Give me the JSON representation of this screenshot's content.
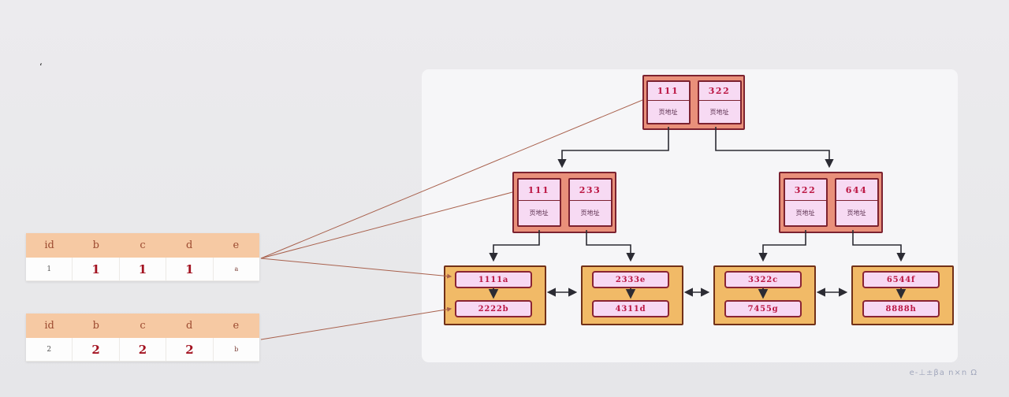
{
  "stray_mark": "ʻ",
  "tables": [
    {
      "headers": [
        "id",
        "b",
        "c",
        "d",
        "e"
      ],
      "row": {
        "id": "1",
        "b": "1",
        "c": "1",
        "d": "1",
        "e": "a"
      }
    },
    {
      "headers": [
        "id",
        "b",
        "c",
        "d",
        "e"
      ],
      "row": {
        "id": "2",
        "b": "2",
        "c": "2",
        "d": "2",
        "e": "b"
      }
    }
  ],
  "tree": {
    "addr_label": "页地址",
    "root": {
      "keys": [
        "111",
        "322"
      ]
    },
    "internal_left": {
      "keys": [
        "111",
        "233"
      ]
    },
    "internal_right": {
      "keys": [
        "322",
        "644"
      ]
    },
    "leaves": [
      {
        "top": "1111a",
        "bottom": "2222b"
      },
      {
        "top": "2333e",
        "bottom": "4311d"
      },
      {
        "top": "3322c",
        "bottom": "7455g"
      },
      {
        "top": "6544f",
        "bottom": "8888h"
      }
    ]
  },
  "watermark": "e-⊥±βa n×n Ω",
  "colors": {
    "node_fill": "#e9907a",
    "node_border": "#7c2230",
    "cell_fill": "#f7daf3",
    "leaf_fill": "#f1ba67",
    "leaf_border": "#713018",
    "table_header": "#f6c9a3",
    "key_text": "#bb1542",
    "big_value_text": "#a31220",
    "connector": "#2b2b33",
    "table_link_line": "#a8604c"
  }
}
